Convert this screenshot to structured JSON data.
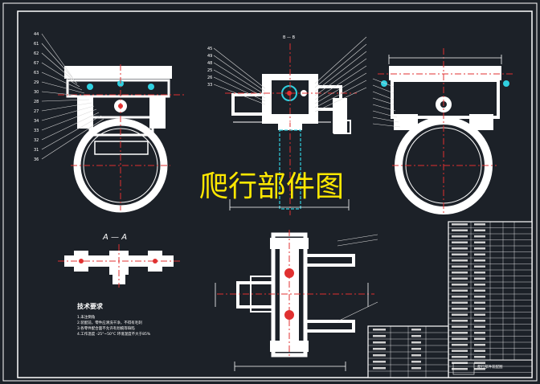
{
  "drawing": {
    "overlay_title": "爬行部件图",
    "section_label_aa": "A — A",
    "section_label_bb": "B — B",
    "tech_requirements_title": "技术要求",
    "tech_requirements_lines": [
      "1.未注倒角",
      "2.装配前，零件应清洗干净，不得有毛刺",
      "3.各零件配合面不允许有划痕等缺陷",
      "4.工作温度 -25°~50°C 环境湿度不大于85%"
    ],
    "title_block_name": "爬行部件装配图",
    "colors": {
      "background": "#1c2128",
      "part_fill": "#ffffff",
      "centerline": "#e03030",
      "hidden": "#30d0e0",
      "leader": "#d8d8d8",
      "overlay_text": "#ffe800",
      "frame": "#ffffff"
    },
    "left_callouts": [
      "44",
      "61",
      "62",
      "67",
      "63",
      "29",
      "30",
      "28",
      "27",
      "34",
      "33",
      "32",
      "31",
      "36"
    ],
    "top_callouts": [
      "45",
      "49",
      "48",
      "25",
      "26",
      "33"
    ]
  }
}
